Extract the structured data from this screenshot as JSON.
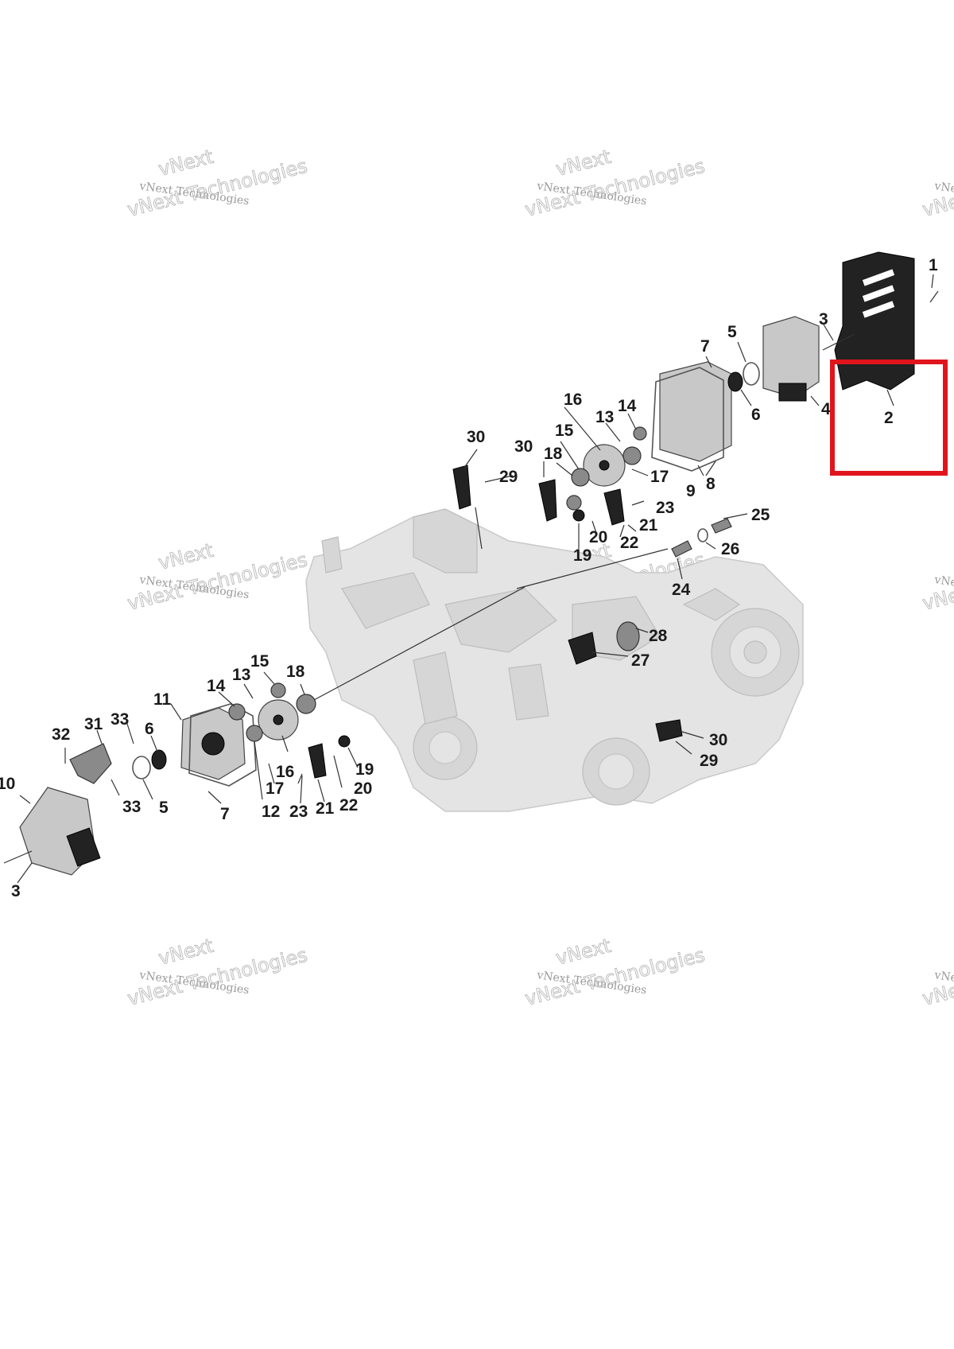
{
  "watermark": {
    "line1": "vNext Technologies",
    "line2": "vNext Technologies",
    "ghost_word": "vNext"
  },
  "callouts": {
    "c1": "1",
    "c2": "2",
    "c3_top": "3",
    "c3_bottom": "3",
    "c4": "4",
    "c5_top": "5",
    "c5_bottom": "5",
    "c6_top": "6",
    "c6_bottom": "6",
    "c7_top": "7",
    "c7_bottom": "7",
    "c8": "8",
    "c9": "9",
    "c10": "10",
    "c11": "11",
    "c12": "12",
    "c13_top": "13",
    "c13_bottom": "13",
    "c14_top": "14",
    "c14_bottom": "14",
    "c15_top": "15",
    "c15_bottom": "15",
    "c16_top": "16",
    "c16_bottom": "16",
    "c17_top": "17",
    "c17_bottom": "17",
    "c18_top": "18",
    "c18_bottom": "18",
    "c19_top": "19",
    "c19_bottom": "19",
    "c20_top": "20",
    "c20_bottom": "20",
    "c21_top": "21",
    "c21_bottom": "21",
    "c22_top": "22",
    "c22_bottom": "22",
    "c23_top": "23",
    "c23_bottom": "23",
    "c24": "24",
    "c25": "25",
    "c26": "26",
    "c27": "27",
    "c28": "28",
    "c29_top": "29",
    "c29_bottom": "29",
    "c30_a": "30",
    "c30_b": "30",
    "c30_c": "30",
    "c31": "31",
    "c32": "32",
    "c33_top": "33",
    "c33_bottom": "33"
  },
  "highlight": {
    "target": "2",
    "color": "#e0151c"
  },
  "colors": {
    "part_dark": "#222222",
    "ghost": "#e4e4e4",
    "callout": "#1a1a1a"
  }
}
